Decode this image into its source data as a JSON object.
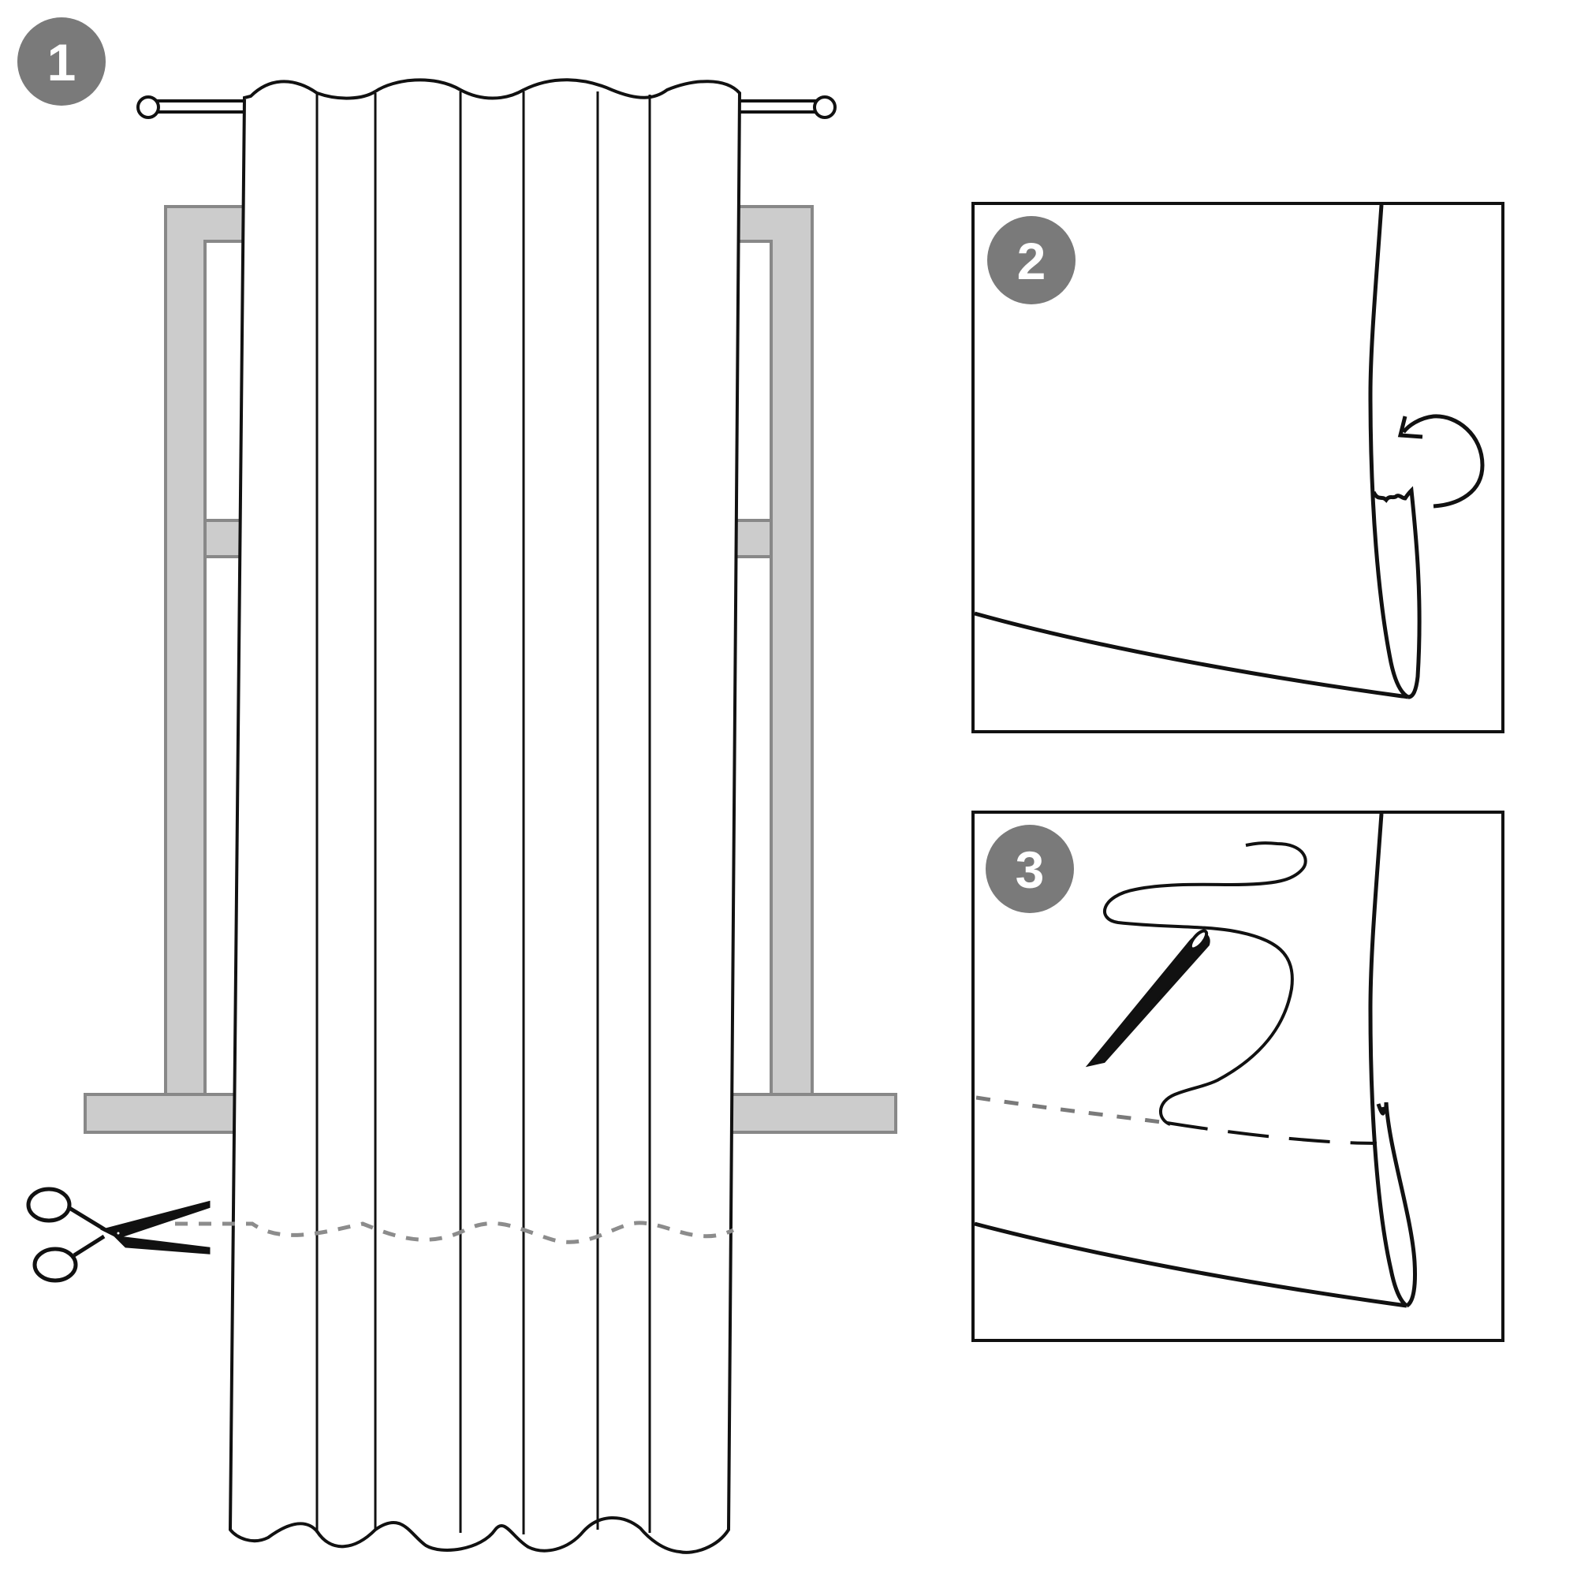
{
  "steps": [
    {
      "number": "1",
      "badge_color": "#7a7a7a"
    },
    {
      "number": "2",
      "badge_color": "#7a7a7a"
    },
    {
      "number": "3",
      "badge_color": "#7a7a7a"
    }
  ],
  "colors": {
    "line": "#111111",
    "window_frame_fill": "#cccccc",
    "window_frame_stroke": "#888888",
    "cut_line": "#8c8c8c",
    "stitch_line": "#7a7a7a",
    "background": "#ffffff"
  },
  "icons": [
    "curtain-rod-icon",
    "window-frame-icon",
    "curtain-panel-icon",
    "scissors-icon",
    "fold-arrow-icon",
    "needle-icon",
    "thread-icon"
  ]
}
